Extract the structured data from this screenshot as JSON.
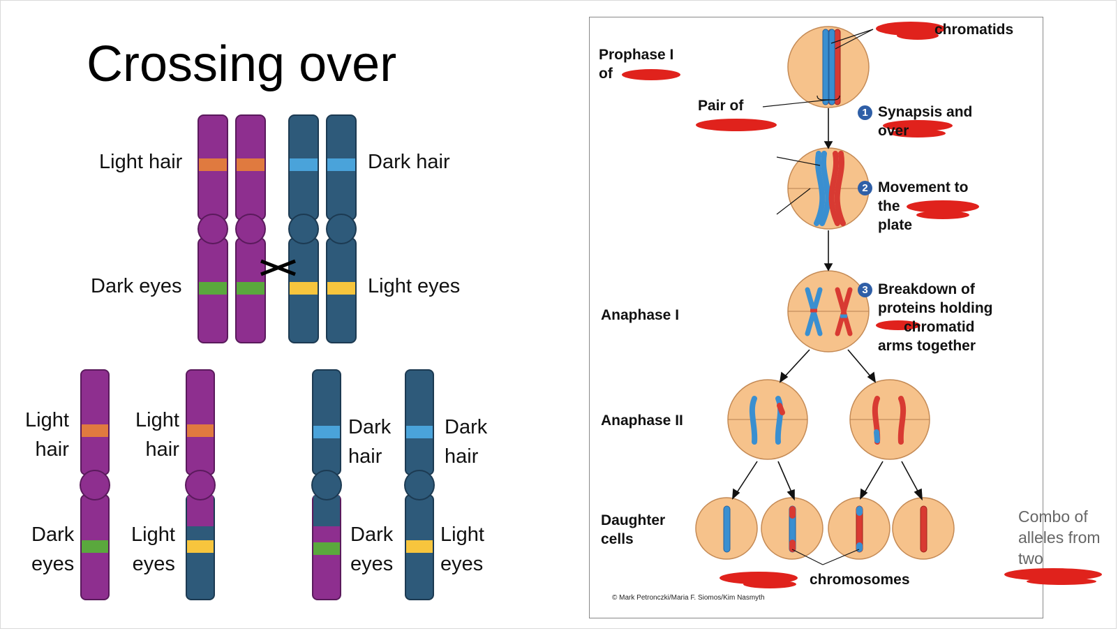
{
  "slide": {
    "title": "Crossing over",
    "parents": {
      "light_hair": "Light hair",
      "dark_hair": "Dark hair",
      "dark_eyes": "Dark eyes",
      "light_eyes": "Light eyes"
    },
    "offspring": [
      {
        "hair": [
          "Light",
          "hair"
        ],
        "eyes": [
          "Dark",
          "eyes"
        ]
      },
      {
        "hair": [
          "Light",
          "hair"
        ],
        "eyes": [
          "Light",
          "eyes"
        ]
      },
      {
        "hair": [
          "Dark",
          "hair"
        ],
        "eyes": [
          "Dark",
          "eyes"
        ]
      },
      {
        "hair": [
          "Dark",
          "hair"
        ],
        "eyes": [
          "Light",
          "eyes"
        ]
      }
    ],
    "note": [
      "Combo of",
      "alleles from",
      "two"
    ]
  },
  "figure": {
    "prophase": [
      "Prophase I",
      "of"
    ],
    "chromatids": "chromatids",
    "pair_of": "Pair of",
    "step1": [
      "Synapsis and",
      "over"
    ],
    "step2": [
      "Movement to",
      "the",
      "plate"
    ],
    "step3": [
      "Breakdown of",
      "proteins holding",
      "chromatid",
      "arms together"
    ],
    "anaphase1": "Anaphase I",
    "anaphase2": "Anaphase II",
    "daughter": [
      "Daughter",
      "cells"
    ],
    "chromosomes": "chromosomes",
    "credit": "© Mark Petronczki/Maria F. Siomos/Kim Nasmyth"
  },
  "colors": {
    "purple": "#8e2f8f",
    "teal": "#2e5a7a",
    "orange": "#e07a3f",
    "lightblue": "#4aa3da",
    "green": "#5aa83d",
    "yellow": "#f7c53d",
    "cell": "#f6c28b",
    "chr_blue": "#3a8fd0",
    "chr_red": "#d83a32",
    "redact": "#e0221c"
  }
}
